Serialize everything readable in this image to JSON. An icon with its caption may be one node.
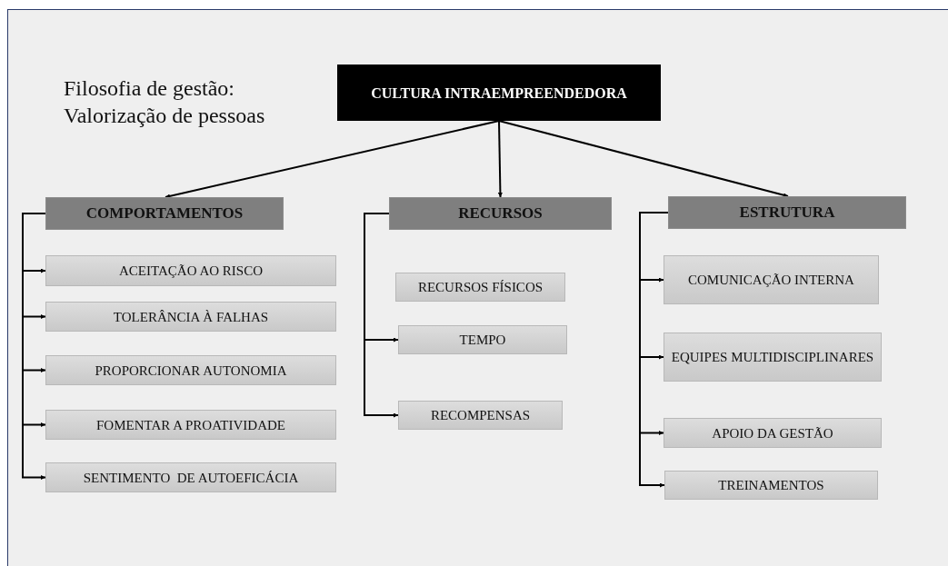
{
  "diagram": {
    "nodes": [
      {
        "text": [
          "CULTURA INTRAEMPREENDEDORA"
        ]
      },
      {
        "text": [
          "COMPORTAMENTOS"
        ]
      },
      {
        "text": [
          "RECURSOS"
        ]
      },
      {
        "text": [
          "ESTRUTURA"
        ]
      },
      {
        "text": [
          "ACEITAÇÃO AO RISCO"
        ]
      },
      {
        "text": [
          "TOLERÂNCIA À FALHAS"
        ]
      },
      {
        "text": [
          "PROPORCIONAR AUTONOMIA"
        ]
      },
      {
        "text": [
          "FOMENTAR A PROATIVIDADE"
        ]
      },
      {
        "text": [
          "SENTIMENTO  DE AUTOEFICÁCIA"
        ]
      },
      {
        "text": [
          "RECURSOS FÍSICOS"
        ]
      },
      {
        "text": [
          "TEMPO"
        ]
      },
      {
        "text": [
          "RECOMPENSAS"
        ]
      },
      {
        "text": [
          "COMUNICAÇÃO INTERNA"
        ]
      },
      {
        "text": [
          "EQUIPES MULTIDISCIPLINARES"
        ]
      },
      {
        "text": [
          "APOIO DA GESTÃO"
        ]
      },
      {
        "text": [
          "TREINAMENTOS"
        ]
      }
    ],
    "edges": [
      {
        "from": 0,
        "to": 1,
        "arrow": "to"
      },
      {
        "from": 0,
        "to": 2,
        "arrow": "to"
      },
      {
        "from": 0,
        "to": 3,
        "arrow": "to"
      },
      {
        "from": 1,
        "to": 4,
        "arrow": "to"
      },
      {
        "from": 1,
        "to": 5,
        "arrow": "to"
      },
      {
        "from": 1,
        "to": 6,
        "arrow": "to"
      },
      {
        "from": 1,
        "to": 7,
        "arrow": "to"
      },
      {
        "from": 1,
        "to": 8,
        "arrow": "to"
      },
      {
        "from": 2,
        "to": 10,
        "arrow": "to"
      },
      {
        "from": 2,
        "to": 11,
        "arrow": "to"
      },
      {
        "from": 3,
        "to": 12,
        "arrow": "to"
      },
      {
        "from": 3,
        "to": 13,
        "arrow": "to"
      },
      {
        "from": 3,
        "to": 14,
        "arrow": "to"
      },
      {
        "from": 3,
        "to": 15,
        "arrow": "to"
      }
    ],
    "labels": [
      "Filosofia de gestão: Valorização de pessoas"
    ]
  }
}
